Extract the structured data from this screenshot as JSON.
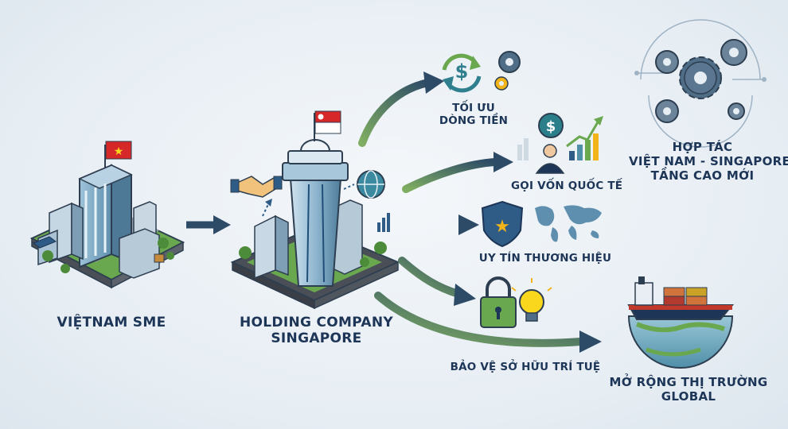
{
  "nodes": {
    "sme": {
      "label": "VIỆTNAM SME"
    },
    "holding": {
      "line1": "HOLDING COMPANY",
      "line2": "SINGAPORE"
    },
    "cashflow": {
      "line1": "TỐI ƯU",
      "line2": "DÒNG TIỀN"
    },
    "capital": {
      "label": "GỌI VỐN QUỐC TẾ"
    },
    "brand": {
      "label": "UY TÍN THƯƠNG HIỆU"
    },
    "ip": {
      "label": "BẢO VỆ SỞ HỮU TRÍ TUỆ"
    },
    "cooperation": {
      "line1": "HỢP TÁC",
      "line2": "VIỆT NAM - SINGAPORE",
      "line3": "TẦNG CAO MỚI"
    },
    "global": {
      "line1": "MỞ RỘNG THỊ TRƯỜNG",
      "line2": "GLOBAL"
    }
  },
  "colors": {
    "text": "#1d3557",
    "arrow_dark": "#2d4a66",
    "arrow_green": "#6f9e5a",
    "teal": "#2a7f8a",
    "gold": "#f2b418",
    "red_flag": "#d62828"
  },
  "icons": [
    "vietnam-flag-icon",
    "singapore-flag-icon",
    "handshake-icon",
    "globe-icon",
    "dollar-cycle-icon",
    "gear-icon",
    "investor-icon",
    "growth-chart-icon",
    "shield-star-icon",
    "world-map-icon",
    "padlock-icon",
    "lightbulb-icon",
    "gears-circuit-icon",
    "cargo-ship-icon"
  ]
}
